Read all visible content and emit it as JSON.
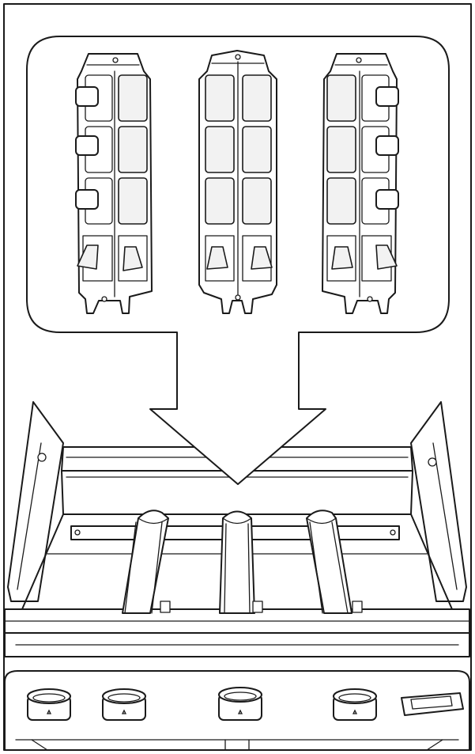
{
  "figure": {
    "subject": "",
    "heat_tents": [
      {
        "id": "left",
        "orientation": "tabs-left"
      },
      {
        "id": "center",
        "orientation": "symmetric"
      },
      {
        "id": "right",
        "orientation": "tabs-right"
      }
    ],
    "burners": [
      {
        "id": "burner-1"
      },
      {
        "id": "burner-2"
      },
      {
        "id": "burner-3"
      }
    ],
    "knobs": [
      {
        "id": "knob-1"
      },
      {
        "id": "knob-2"
      },
      {
        "id": "knob-3"
      },
      {
        "id": "knob-4"
      }
    ],
    "colors": {
      "line": "#1a1a1a",
      "background": "#ffffff",
      "shade": "#f2f2f2"
    }
  }
}
